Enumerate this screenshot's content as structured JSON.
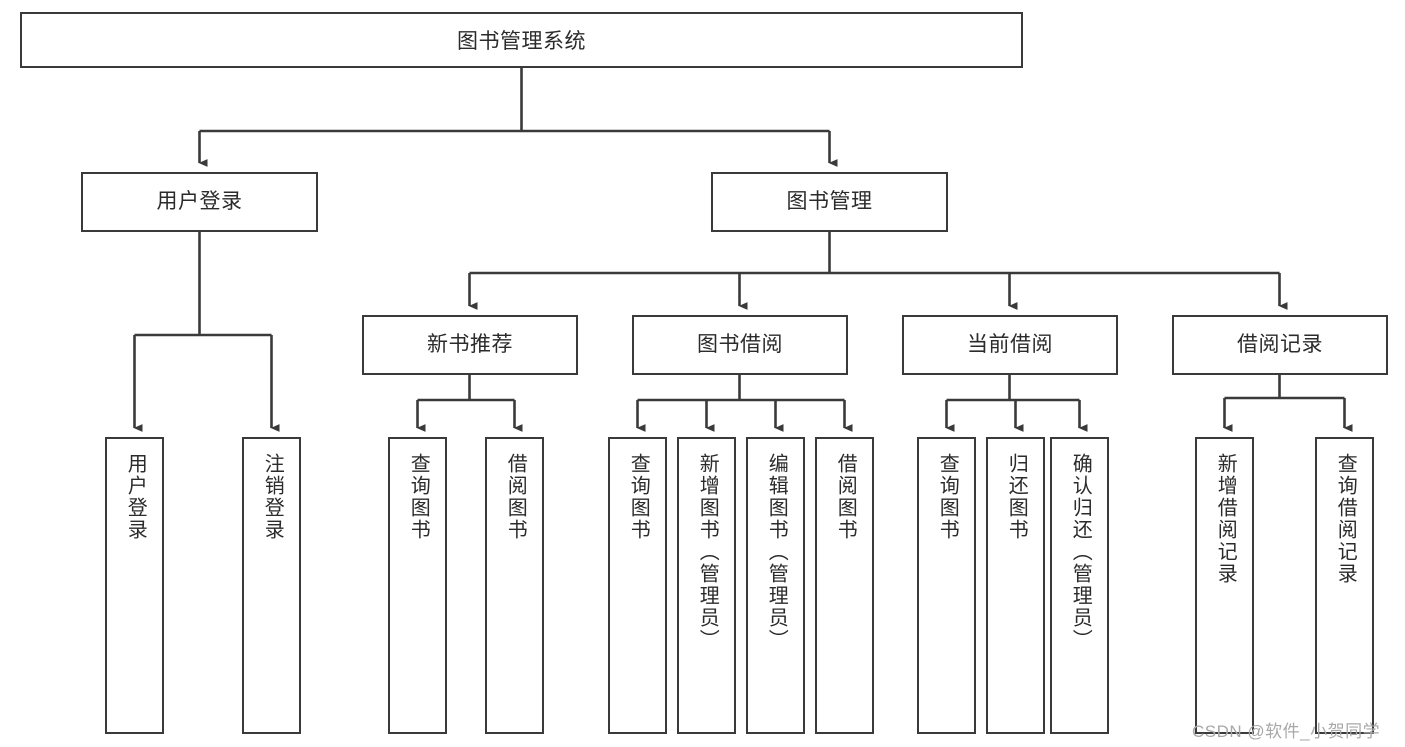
{
  "diagram": {
    "type": "tree-hierarchy-chart",
    "title": "图书管理系统",
    "stroke_color": "#3a3a3a",
    "fill_color": "#ffffff",
    "text_color": "#2b2b2b"
  },
  "root": {
    "label": "图书管理系统"
  },
  "level2": [
    {
      "label": "用户登录"
    },
    {
      "label": "图书管理"
    }
  ],
  "level3": [
    {
      "label": "新书推荐"
    },
    {
      "label": "图书借阅"
    },
    {
      "label": "当前借阅"
    },
    {
      "label": "借阅记录"
    }
  ],
  "leaves": {
    "user_login": [
      {
        "label": "用户登录"
      },
      {
        "label": "注销登录"
      }
    ],
    "new_book_recommend": [
      {
        "label": "查询图书"
      },
      {
        "label": "借阅图书"
      }
    ],
    "book_borrow": [
      {
        "label": "查询图书"
      },
      {
        "label": "新增图书（管理员）"
      },
      {
        "label": "编辑图书（管理员）"
      },
      {
        "label": "借阅图书"
      }
    ],
    "current_borrow": [
      {
        "label": "查询图书"
      },
      {
        "label": "归还图书"
      },
      {
        "label": "确认归还（管理员）"
      }
    ],
    "borrow_record": [
      {
        "label": "新增借阅记录"
      },
      {
        "label": "查询借阅记录"
      }
    ]
  },
  "watermark": {
    "text": "CSDN @软件_小贺同学"
  }
}
